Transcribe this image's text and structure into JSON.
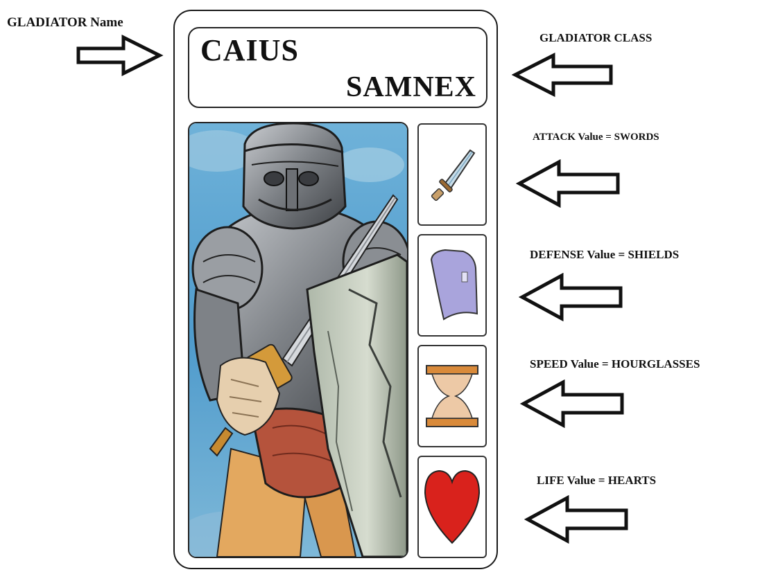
{
  "card": {
    "name": "CAIUS",
    "class": "SAMNEX"
  },
  "annotations": {
    "name_label": "GLADIATOR Name",
    "class_label": "GLADIATOR CLASS",
    "attack_label": "ATTACK Value = SWORDS",
    "defense_label": "DEFENSE Value = SHIELDS",
    "speed_label": "SPEED Value = HOURGLASSES",
    "life_label": "LIFE Value = HEARTS"
  },
  "stats": [
    {
      "name": "attack",
      "icon": "sword-icon"
    },
    {
      "name": "defense",
      "icon": "shield-icon"
    },
    {
      "name": "speed",
      "icon": "hourglass-icon"
    },
    {
      "name": "life",
      "icon": "heart-icon"
    }
  ],
  "colors": {
    "heart": "#d9221c",
    "shield": "#a9a4dc",
    "hourglass": "#d98a3a",
    "sky": "#5aa3cf",
    "armor": "#8c8f94"
  }
}
